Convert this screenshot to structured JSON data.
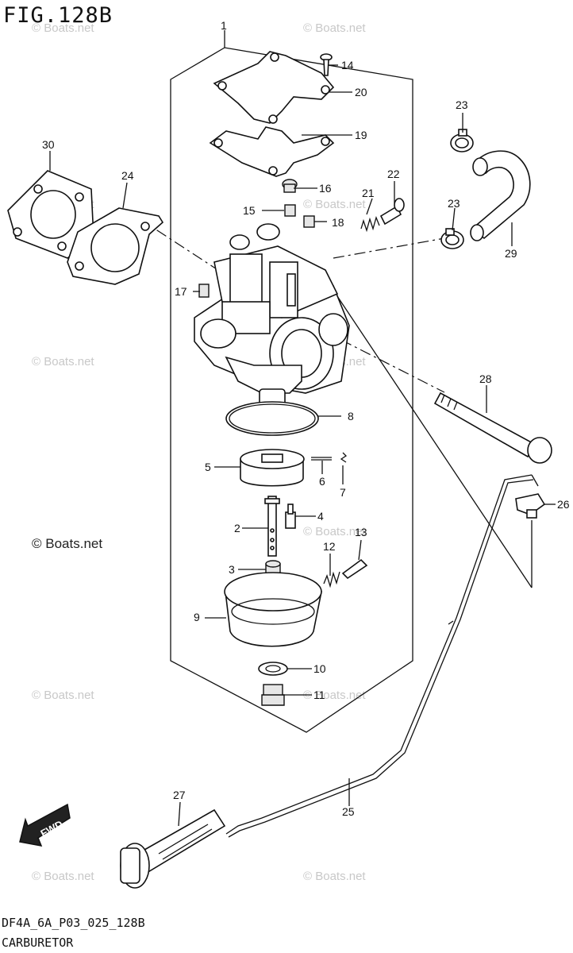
{
  "figure_title": "FIG.128B",
  "footer": {
    "code": "DF4A_6A_P03_025_128B",
    "name": "CARBURETOR"
  },
  "fwd_label": "FWD",
  "watermark": "© Boats.net",
  "callouts": {
    "c1": "1",
    "c2": "2",
    "c3": "3",
    "c4": "4",
    "c5": "5",
    "c6": "6",
    "c7": "7",
    "c8": "8",
    "c9": "9",
    "c10": "10",
    "c11": "11",
    "c12": "12",
    "c13": "13",
    "c14": "14",
    "c15": "15",
    "c16": "16",
    "c17": "17",
    "c18": "18",
    "c19": "19",
    "c20": "20",
    "c21": "21",
    "c22": "22",
    "c23a": "23",
    "c23b": "23",
    "c24": "24",
    "c25": "25",
    "c26": "26",
    "c27": "27",
    "c28": "28",
    "c29": "29",
    "c30": "30"
  }
}
